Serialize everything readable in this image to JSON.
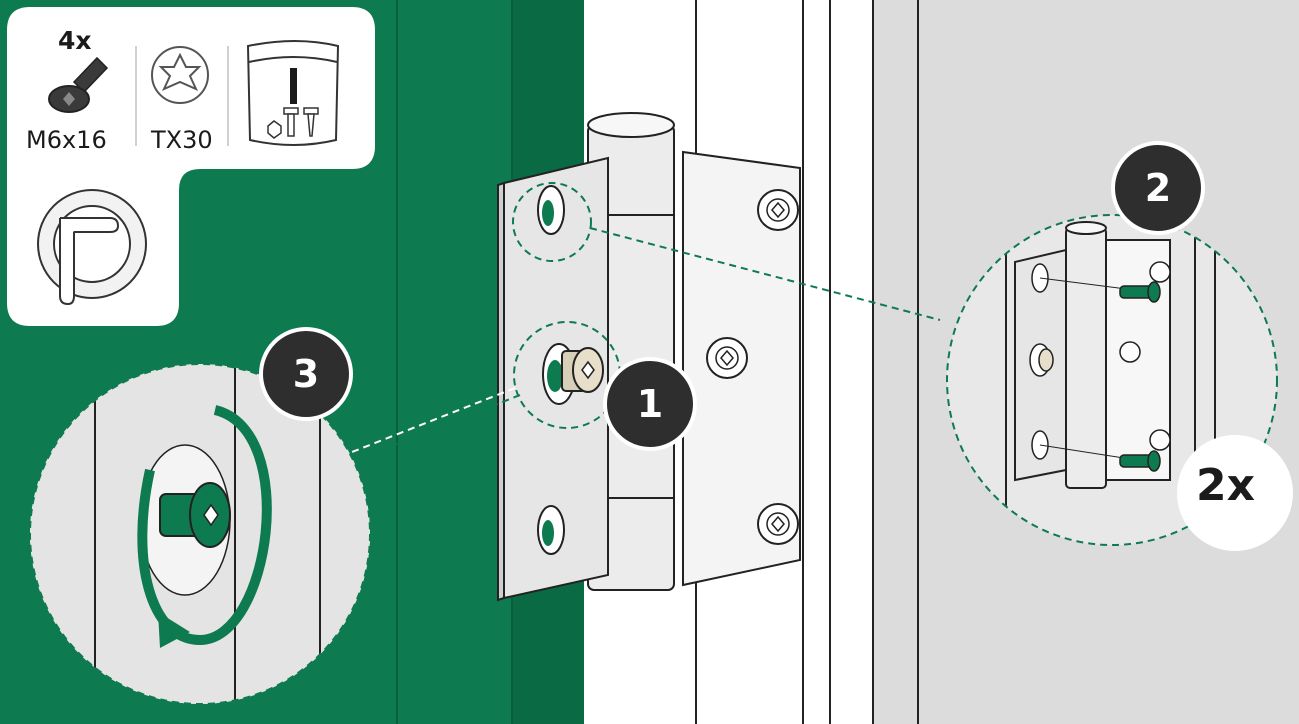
{
  "parts_panel": {
    "screw_quantity": "4x",
    "screw_size": "M6x16",
    "bit_size": "TX30"
  },
  "steps": {
    "step1": "1",
    "step2": "2",
    "step3": "3"
  },
  "detail_view": {
    "multiplier": "2x"
  },
  "colors": {
    "door_green": "#0e7a4f",
    "door_green_dark": "#096a44",
    "badge": "#2e2e2e",
    "wall_gray": "#dcdcdc",
    "callout_line": "#0e7a4f"
  }
}
